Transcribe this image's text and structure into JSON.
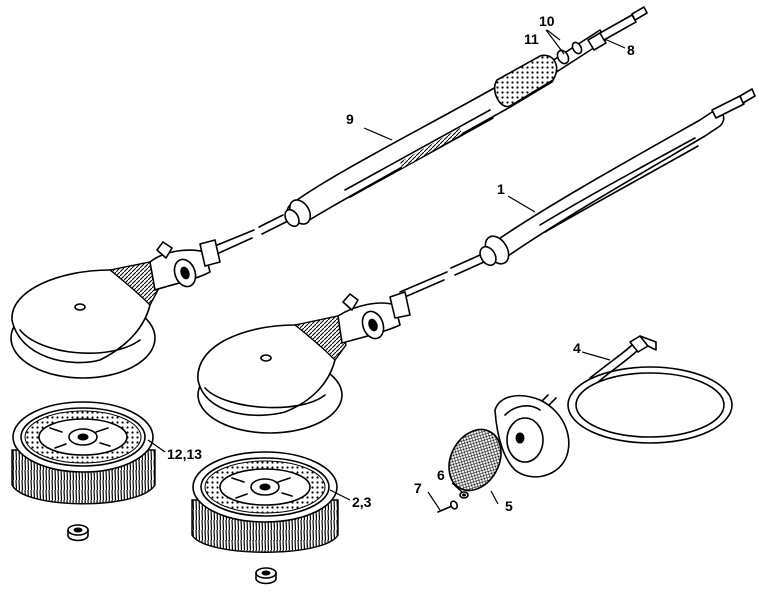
{
  "callouts": {
    "c1": "1",
    "c23": "2,3",
    "c4": "4",
    "c5": "5",
    "c6": "6",
    "c7": "7",
    "c8": "8",
    "c9": "9",
    "c10": "10",
    "c11": "11",
    "c1213": "12,13"
  }
}
